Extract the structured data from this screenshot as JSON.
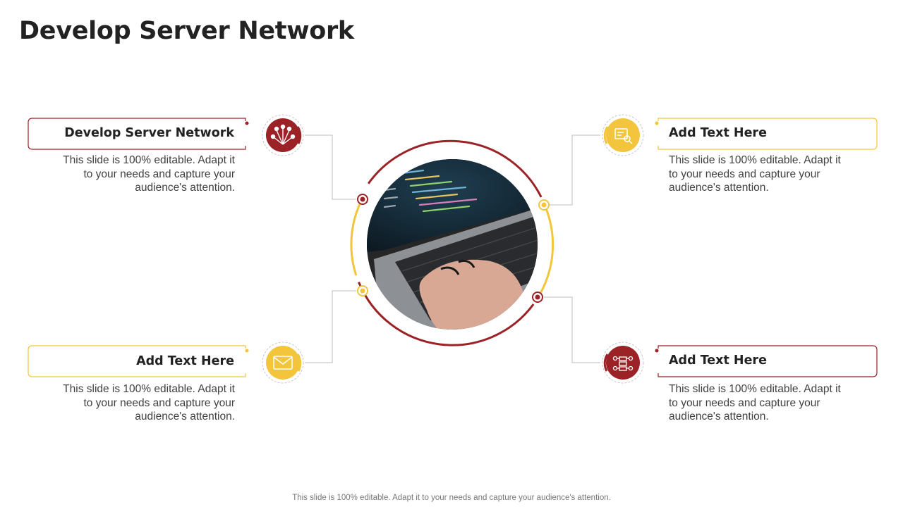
{
  "title": "Develop Server Network",
  "items": [
    {
      "label": "Develop Server Network",
      "desc": "This slide is 100% editable. Adapt it to your needs and capture your audience's attention.",
      "icon": "network-icon"
    },
    {
      "label": "Add Text Here",
      "desc": "This slide is 100% editable. Adapt it to your needs and capture your audience's attention.",
      "icon": "search-document-icon"
    },
    {
      "label": "Add Text Here",
      "desc": "This slide is 100% editable. Adapt it to your needs and capture your audience's attention.",
      "icon": "envelope-icon"
    },
    {
      "label": "Add Text Here",
      "desc": "This slide is 100% editable. Adapt it to your needs and capture your audience's attention.",
      "icon": "server-users-icon"
    }
  ],
  "footer": "This slide is 100% editable. Adapt it to your needs and capture your audience's attention.",
  "colors": {
    "red": "#9b2226",
    "yellow": "#f2c53d",
    "line": "#bdbdbd",
    "text": "#222222"
  }
}
